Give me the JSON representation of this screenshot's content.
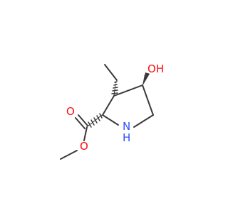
{
  "colors": {
    "bond": "#3a3a3a",
    "oxygen": "#ff0d0d",
    "nitrogen": "#3050f8",
    "background": "#ffffff"
  },
  "labels": {
    "hydroxyl": "OH",
    "hydroxyl_o": "O",
    "hydroxyl_h": "H",
    "amine_n": "N",
    "amine_h": "H",
    "carbonyl_o": "O",
    "ester_o": "O"
  }
}
